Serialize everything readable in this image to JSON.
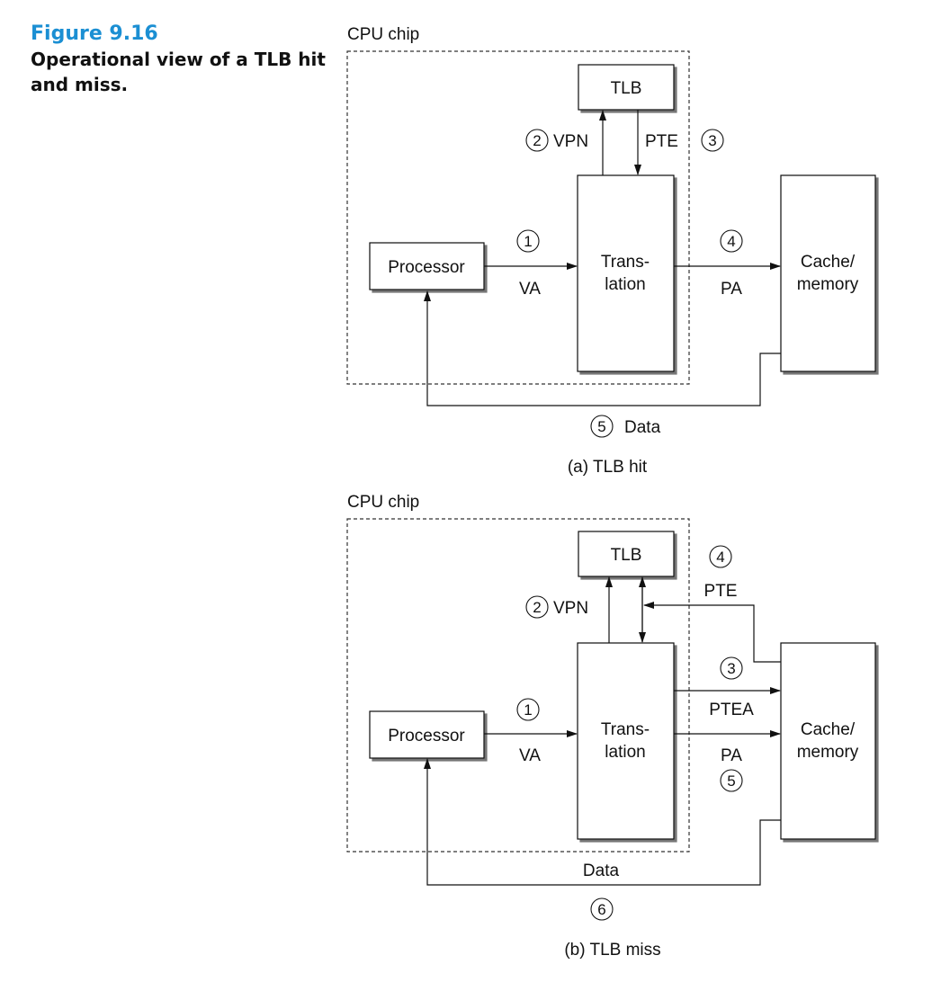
{
  "figure": {
    "number": "Figure 9.16",
    "title": "Operational view of a TLB hit and miss."
  },
  "hit": {
    "cpu_chip": "CPU chip",
    "tlb": "TLB",
    "processor": "Processor",
    "translation_1": "Trans-",
    "translation_2": "lation",
    "cache_1": "Cache/",
    "cache_2": "memory",
    "vpn": "VPN",
    "pte": "PTE",
    "va": "VA",
    "pa": "PA",
    "data": "Data",
    "step1": "1",
    "step2": "2",
    "step3": "3",
    "step4": "4",
    "step5": "5",
    "caption": "(a) TLB hit"
  },
  "miss": {
    "cpu_chip": "CPU chip",
    "tlb": "TLB",
    "processor": "Processor",
    "translation_1": "Trans-",
    "translation_2": "lation",
    "cache_1": "Cache/",
    "cache_2": "memory",
    "vpn": "VPN",
    "pte": "PTE",
    "ptea": "PTEA",
    "va": "VA",
    "pa": "PA",
    "data": "Data",
    "step1": "1",
    "step2": "2",
    "step3": "3",
    "step4": "4",
    "step5": "5",
    "step6": "6",
    "caption": "(b) TLB miss"
  }
}
